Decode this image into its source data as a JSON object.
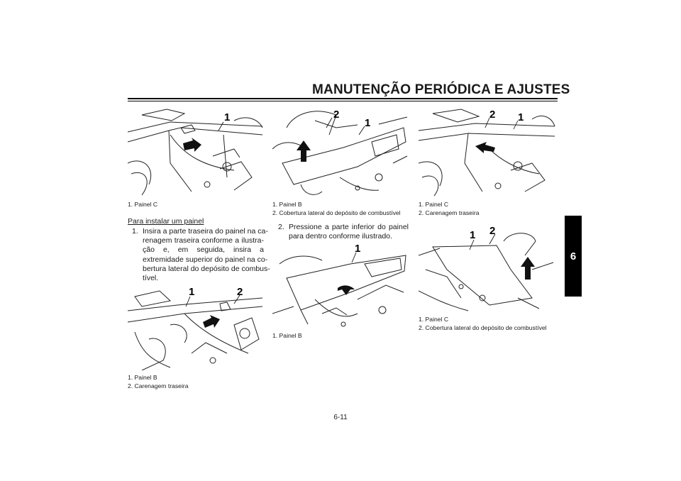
{
  "header": {
    "title": "MANUTENÇÃO PERIÓDICA E AJUSTES"
  },
  "chapter_tab": "6",
  "page_number": "6-11",
  "figures": [
    {
      "id": "fig-1",
      "callouts": [
        "1"
      ],
      "captions": [
        "1. Painel C"
      ]
    },
    {
      "id": "fig-2",
      "callouts": [
        "1",
        "2"
      ],
      "captions": [
        "1. Painel B",
        "2. Carenagem traseira"
      ]
    },
    {
      "id": "fig-3",
      "callouts": [
        "2",
        "1"
      ],
      "captions": [
        "1. Painel B",
        "2. Cobertura lateral do depósito de combustível"
      ]
    },
    {
      "id": "fig-4",
      "callouts": [
        "1"
      ],
      "captions": [
        "1. Painel B"
      ]
    },
    {
      "id": "fig-5",
      "callouts": [
        "2",
        "1"
      ],
      "captions": [
        "1. Painel C",
        "2. Carenagem traseira"
      ]
    },
    {
      "id": "fig-6",
      "callouts": [
        "1",
        "2"
      ],
      "captions": [
        "1. Painel C",
        "2. Cobertura lateral do depósito de combustível"
      ]
    }
  ],
  "section_heading": "Para instalar um painel",
  "steps": [
    {
      "num": "1.",
      "lines": [
        "Insira a parte traseira do painel na ca-",
        "renagem traseira conforme a ilustra-",
        "ção e, em seguida, insira a",
        "extremidade superior do painel na co-",
        "bertura lateral do depósito de combus-",
        "tível."
      ]
    },
    {
      "num": "2.",
      "lines": [
        "Pressione a parte inferior do painel",
        "para dentro conforme ilustrado."
      ]
    }
  ]
}
